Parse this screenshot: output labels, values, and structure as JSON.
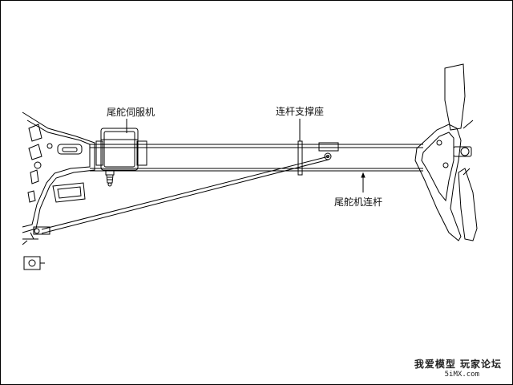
{
  "labels": {
    "tail_servo": "尾舵伺服机",
    "rod_support": "连杆支撑座",
    "tail_pushrod": "尾舵机连杆"
  },
  "watermark": {
    "title": "我爱模型 玩家论坛",
    "site": "5iMX.com"
  },
  "colors": {
    "line": "#000000",
    "background": "#ffffff"
  }
}
